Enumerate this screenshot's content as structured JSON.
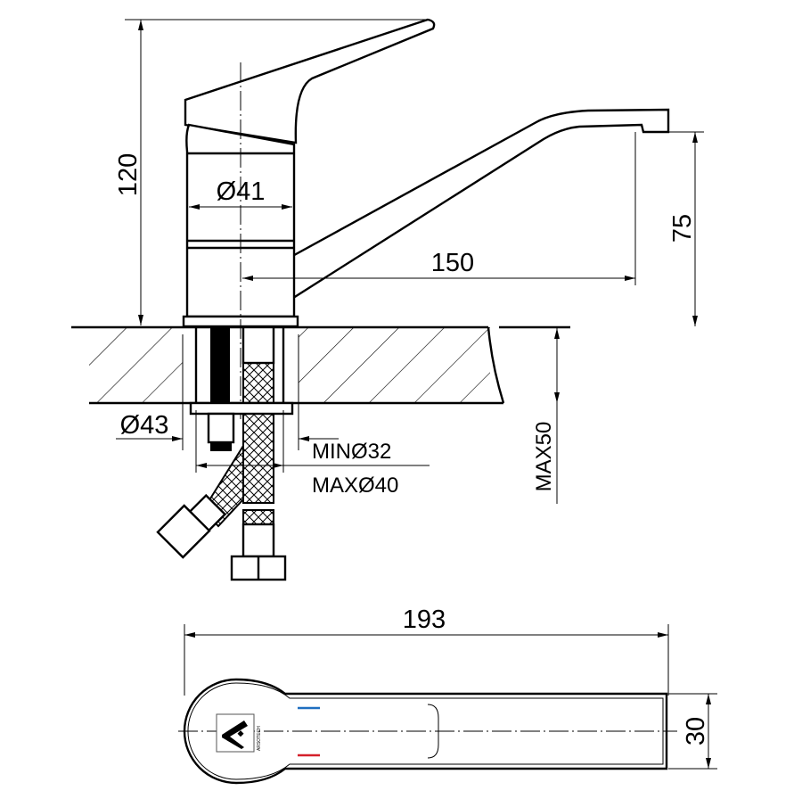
{
  "title": "Single-lever kitchen faucet dimension drawing",
  "dimensions": {
    "height": "120",
    "body_diameter": "Ø41",
    "spout_reach": "150",
    "spout_height": "75",
    "base_diameter": "Ø43",
    "hole_min": "MINØ32",
    "hole_max": "MAXØ40",
    "counter_thickness": "MAX50",
    "total_length": "193",
    "spout_width": "30"
  },
  "logo_text": "ARSOTECH",
  "colors": {
    "cold": "#1f6fc0",
    "hot": "#d4202a"
  }
}
